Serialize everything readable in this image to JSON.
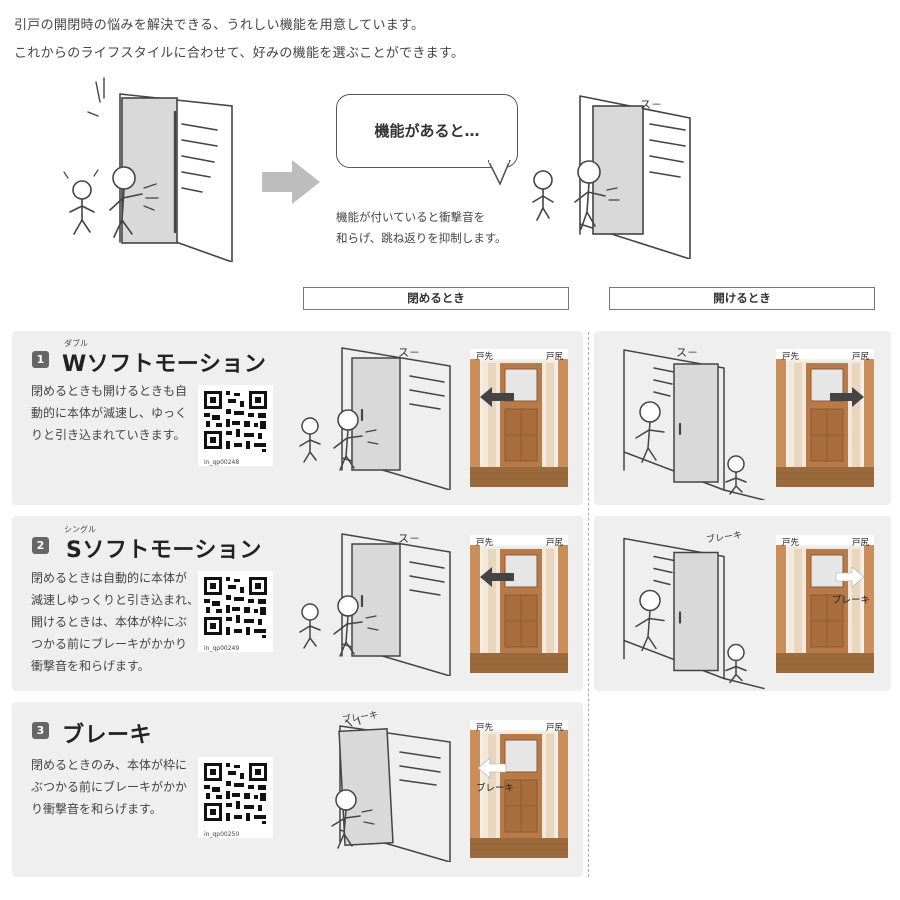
{
  "intro": {
    "line1": "引戸の開閉時の悩みを解決できる、うれしい機能を用意しています。",
    "line2": "これからのライフスタイルに合わせて、好みの機能を選ぶことができます。"
  },
  "hero": {
    "bubble": "機能があると…",
    "desc1": "機能が付いていると衝撃音を",
    "desc2": "和らげ、跳ね返りを抑制します。",
    "sound": "ス－"
  },
  "columns": {
    "closing": "閉めるとき",
    "opening": "開けるとき"
  },
  "photo_labels": {
    "door_front": "戸先",
    "door_back": "戸尻",
    "brake": "ブレーキ"
  },
  "scene_sounds": {
    "slide": "ス－",
    "brake": "ブレーキ"
  },
  "features": [
    {
      "number": "1",
      "ruby": "ダブル",
      "title": "Wソフトモーション",
      "desc": [
        "閉めるときも開けるときも自",
        "動的に本体が減速し、ゆっく",
        "りと引き込まれていきます。"
      ],
      "qr_code": "in_qp00248"
    },
    {
      "number": "2",
      "ruby": "シングル",
      "title": "Sソフトモーション",
      "desc": [
        "閉めるときは自動的に本体が",
        "減速しゆっくりと引き込まれ、",
        "開けるときは、本体が枠にぶ",
        "つかる前にブレーキがかかり",
        "衝撃音を和らげます。"
      ],
      "qr_code": "in_qp00249"
    },
    {
      "number": "3",
      "ruby": "",
      "title": "ブレーキ",
      "desc": [
        "閉めるときのみ、本体が枠に",
        "ぶつかる前にブレーキがかか",
        "り衝撃音を和らげます。"
      ],
      "qr_code": "in_qp00250"
    }
  ],
  "colors": {
    "panel": "#efefef",
    "wood": "#b87a48",
    "floor": "#9a6a3c",
    "arrow": "#555555"
  }
}
